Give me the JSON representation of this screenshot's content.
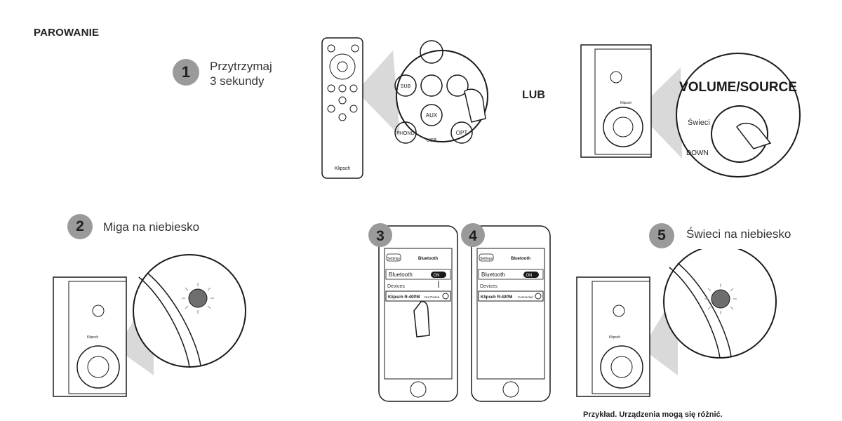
{
  "title": "PAROWANIE",
  "steps": {
    "s1": {
      "num": "1",
      "line1": "Przytrzymaj",
      "line2": "3 sekundy"
    },
    "s2": {
      "num": "2",
      "text": "Miga na niebiesko"
    },
    "s3": {
      "num": "3"
    },
    "s4": {
      "num": "4"
    },
    "s5": {
      "num": "5",
      "text": "Świeci na niebiesko"
    }
  },
  "or_label": "LUB",
  "remote": {
    "brand": "Klipsch",
    "buttons": {
      "sub": "SUB",
      "aux": "AUX",
      "phono": "PHONO",
      "opt": "OPT",
      "usb": "USB"
    }
  },
  "knob": {
    "label": "VOLUME/SOURCE",
    "glow_label": "Świeci",
    "down_label": "DOWN"
  },
  "speaker_brand": "Klipsch",
  "phone3": {
    "back": "Settings",
    "header": "Bluetooth",
    "bt_label": "Bluetooth",
    "toggle": "ON",
    "devices": "Devices",
    "device": "Klipsch R-40PM",
    "status": "Not Paired"
  },
  "phone4": {
    "back": "Settings",
    "header": "Bluetooth",
    "bt_label": "Bluetooth",
    "toggle": "ON",
    "devices": "Devices",
    "device": "Klipsch R-40PM",
    "status": "Connected"
  },
  "note": "Przykład. Urządzenia mogą się różnić.",
  "colors": {
    "badge": "#9a9a9a",
    "led": "#6e6e6e",
    "line": "#1a1a1a",
    "callout": "#d9d9d9"
  }
}
